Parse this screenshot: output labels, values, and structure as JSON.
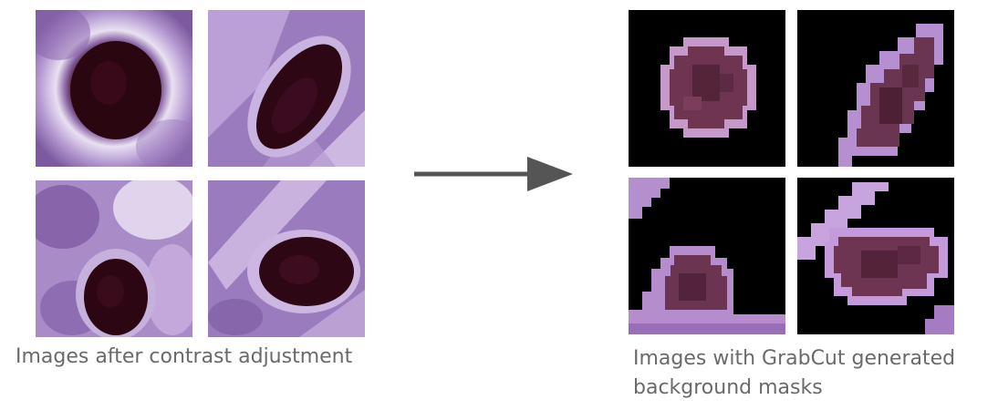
{
  "left_panel": {
    "caption": "Images after contrast adjustment",
    "tiles": [
      {
        "name": "contrast-tile-round-nucleus"
      },
      {
        "name": "contrast-tile-elongated-nucleus"
      },
      {
        "name": "contrast-tile-bottom-nucleus"
      },
      {
        "name": "contrast-tile-oval-nucleus"
      }
    ]
  },
  "right_panel": {
    "caption_lines": [
      "Images with GrabCut generated",
      "background masks"
    ],
    "tiles": [
      {
        "name": "masked-tile-round-nucleus"
      },
      {
        "name": "masked-tile-elongated-nucleus"
      },
      {
        "name": "masked-tile-bottom-nucleus"
      },
      {
        "name": "masked-tile-oval-nucleus"
      }
    ]
  },
  "colors": {
    "arrow": "#555555",
    "caption": "#6a6a6a",
    "mask_background": "#000000",
    "tissue_light": "#b89ad6",
    "tissue_mid": "#8a63ad",
    "nucleus_dark": "#2b0612",
    "nucleus_masked": "#6b3248"
  }
}
